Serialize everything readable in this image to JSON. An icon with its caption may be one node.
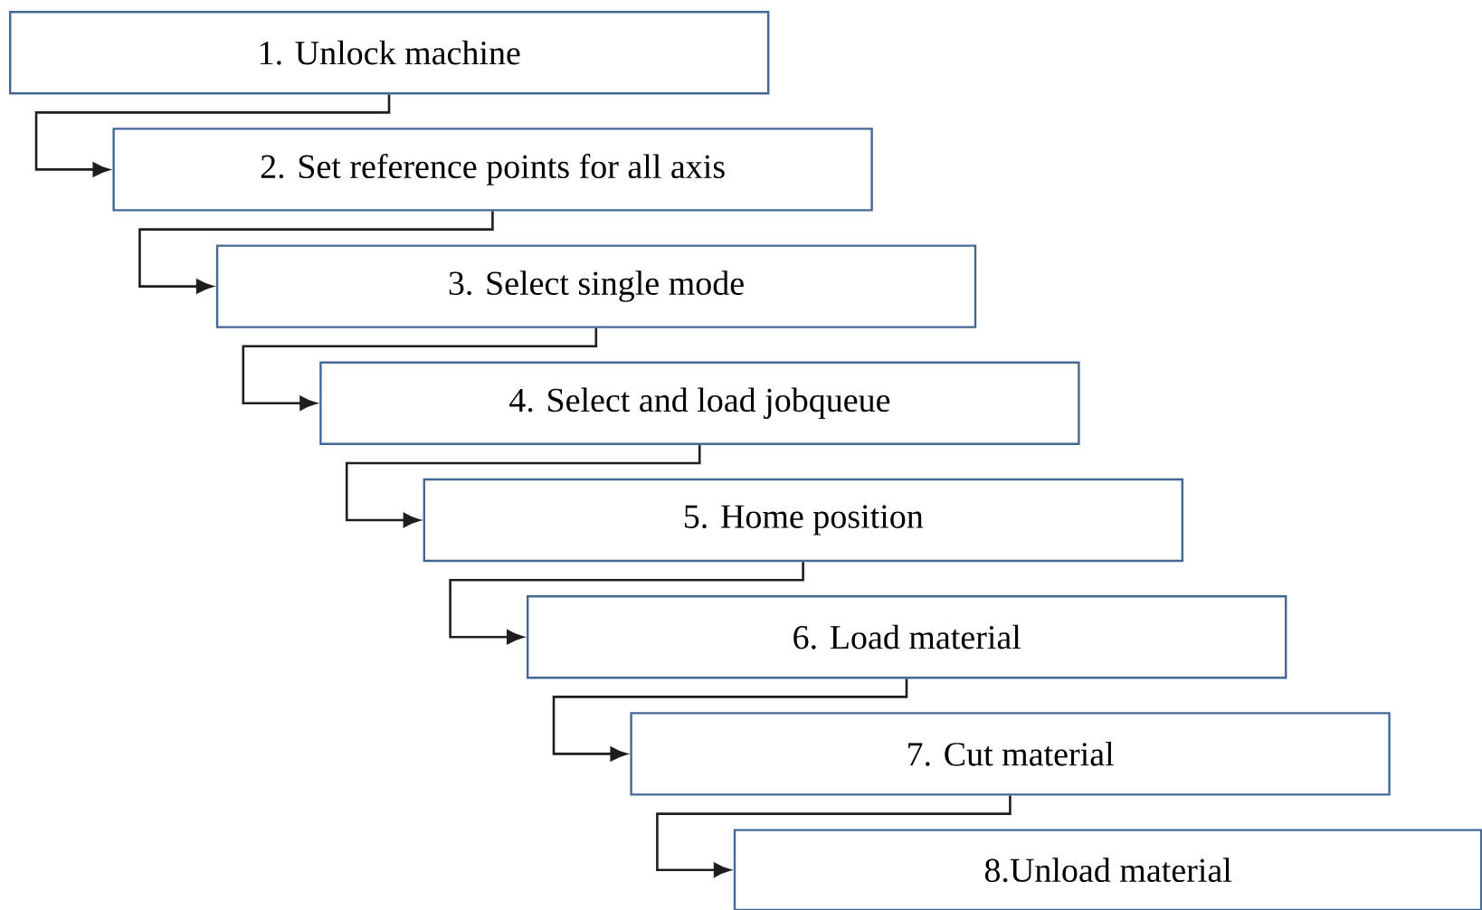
{
  "diagram": {
    "nodes": [
      {
        "text": [
          "1. Unlock machine"
        ]
      },
      {
        "text": [
          "2. Set reference points for all axis"
        ]
      },
      {
        "text": [
          "3. Select single mode"
        ]
      },
      {
        "text": [
          "4. Select and load jobqueue"
        ]
      },
      {
        "text": [
          "5. Home position"
        ]
      },
      {
        "text": [
          "6. Load material"
        ]
      },
      {
        "text": [
          "7. Cut material"
        ]
      },
      {
        "text": [
          "8.Unload material"
        ]
      }
    ],
    "edges": [
      {
        "from": 0,
        "to": 1,
        "arrow": "to"
      },
      {
        "from": 1,
        "to": 2,
        "arrow": "to"
      },
      {
        "from": 2,
        "to": 3,
        "arrow": "to"
      },
      {
        "from": 3,
        "to": 4,
        "arrow": "to"
      },
      {
        "from": 4,
        "to": 5,
        "arrow": "to"
      },
      {
        "from": 5,
        "to": 6,
        "arrow": "to"
      },
      {
        "from": 6,
        "to": 7,
        "arrow": "to"
      }
    ]
  }
}
